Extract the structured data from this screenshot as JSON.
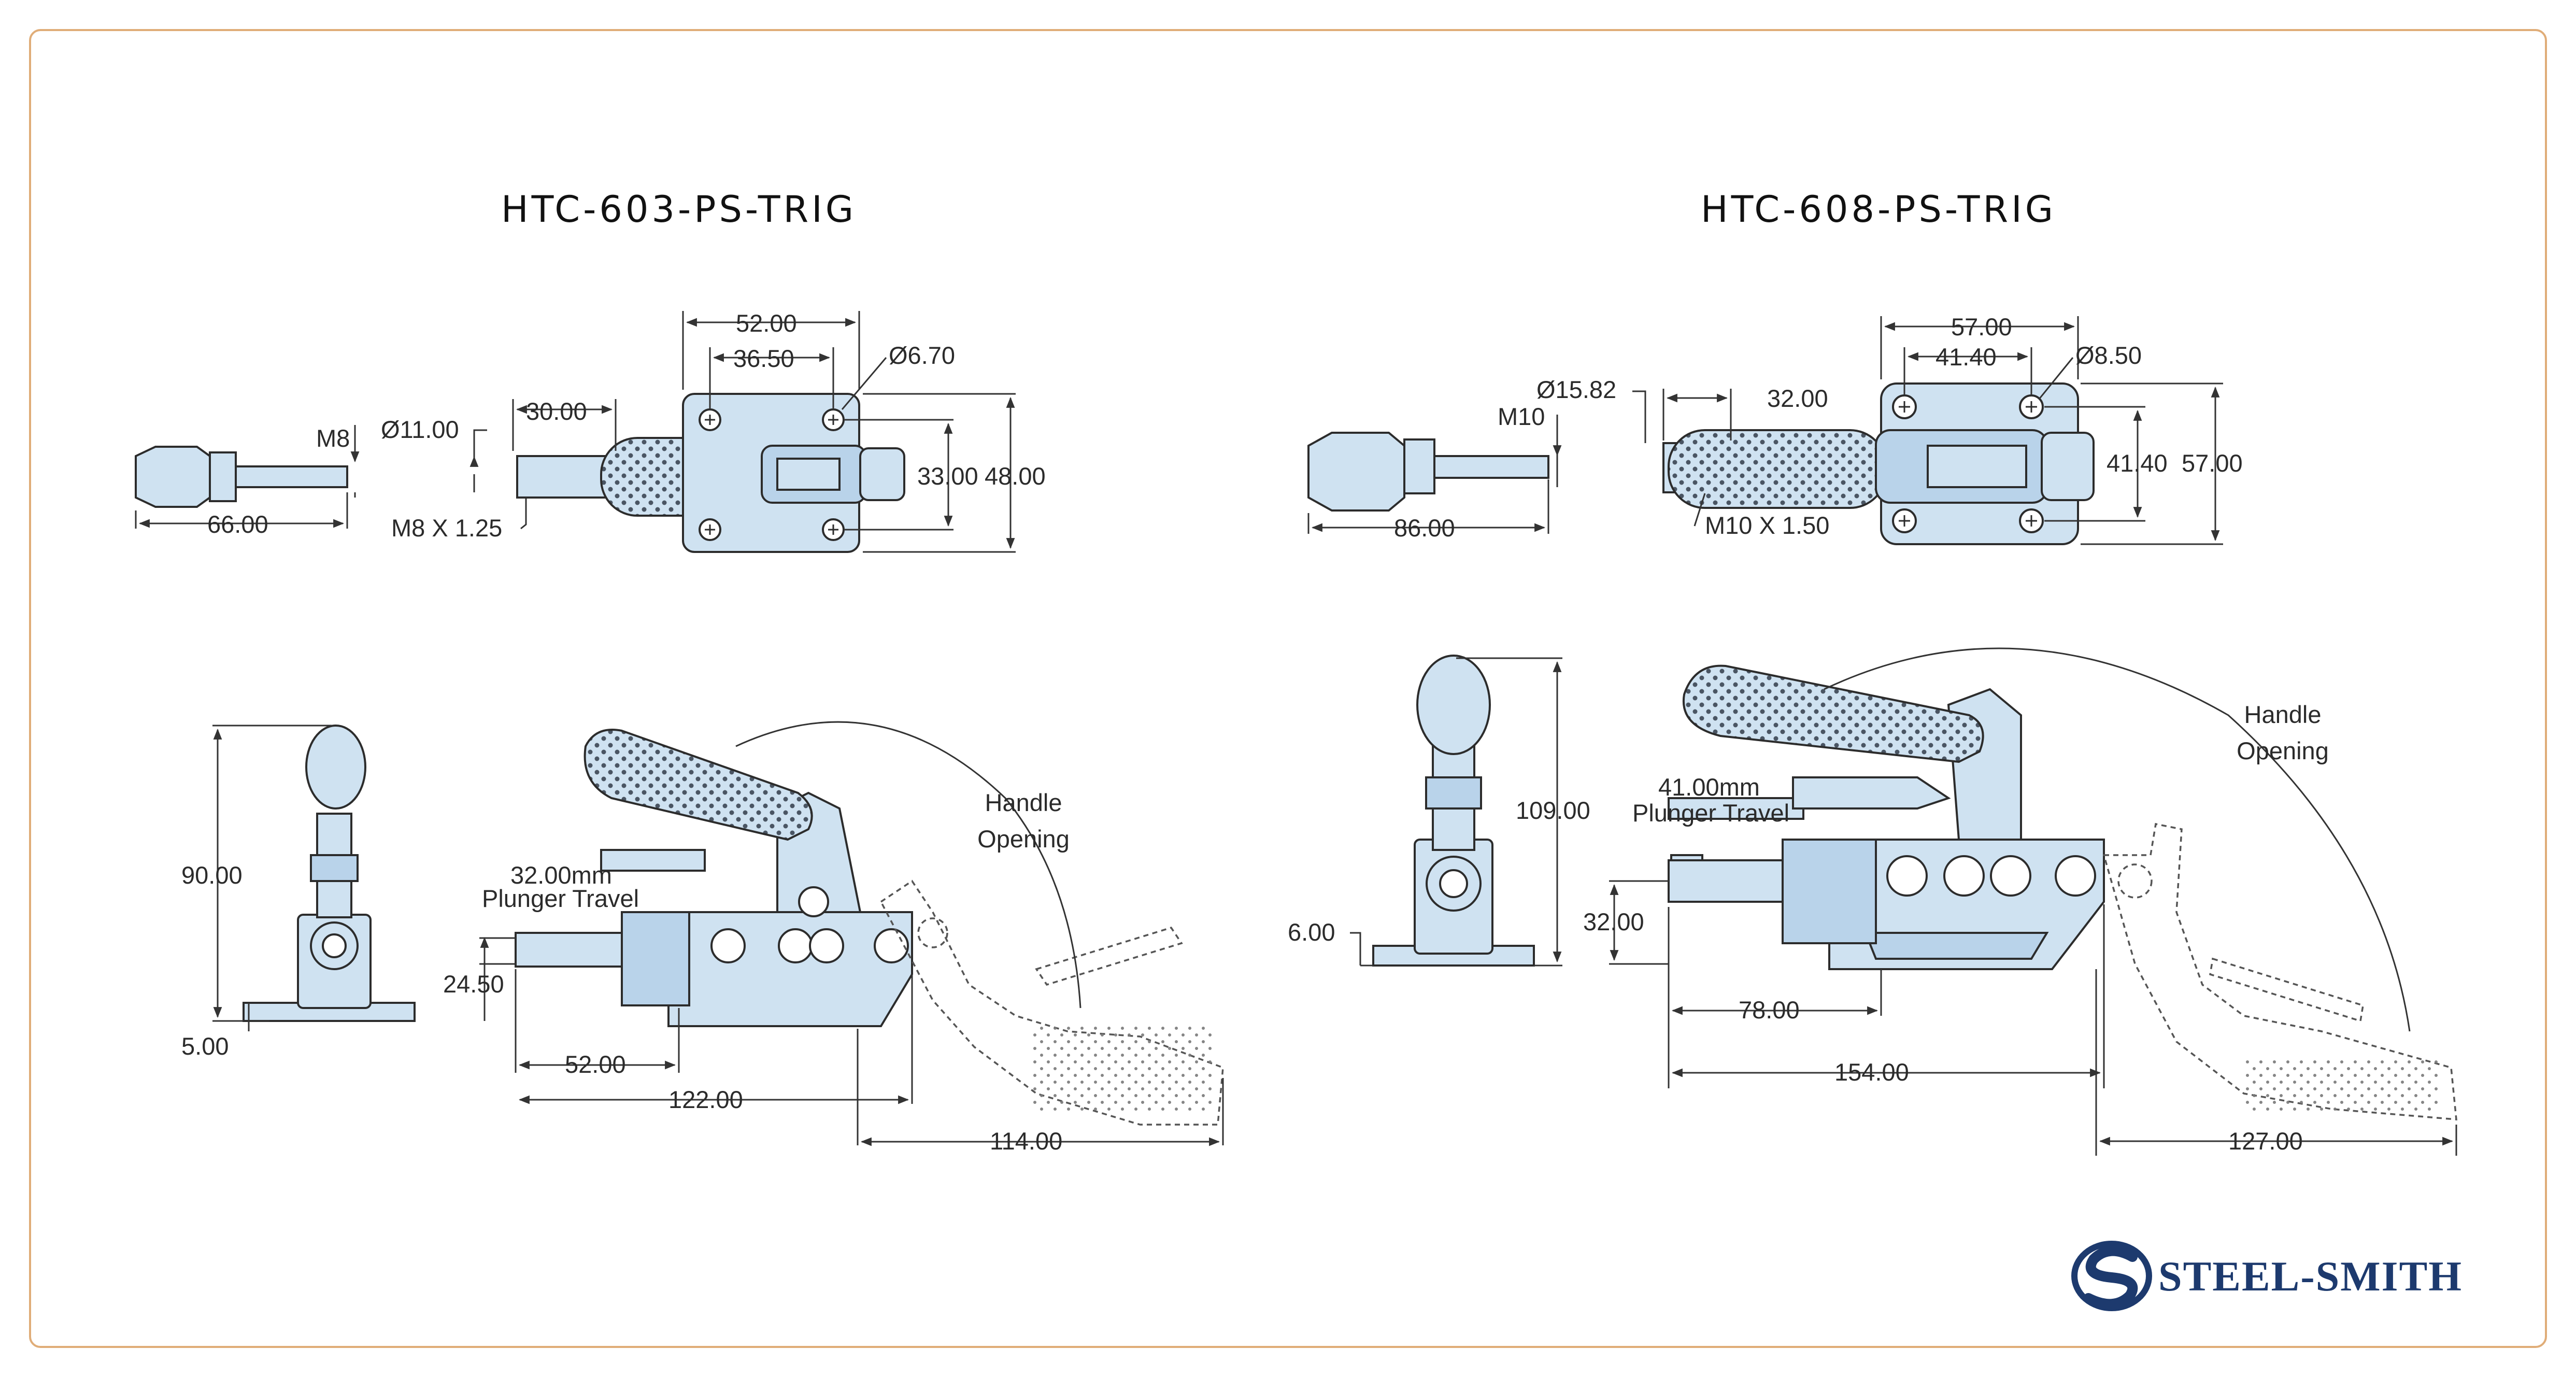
{
  "left_model": {
    "title": "HTC-603-PS-TRIG",
    "top_view": {
      "bolt_thread": "M8",
      "bolt_length": "66.00",
      "plunger_diameter": "Ø11.00",
      "plunger_extension": "30.00",
      "plunger_thread": "M8 X 1.25",
      "base_width": "52.00",
      "hole_spacing": "36.50",
      "hole_diameter": "Ø6.70",
      "hole_spacing_vertical": "33.00",
      "base_height": "48.00"
    },
    "side_view": {
      "height": "90.00",
      "base_thickness": "5.00"
    },
    "front_view": {
      "plunger_travel_value": "32.00mm",
      "plunger_travel_label": "Plunger Travel",
      "axis_height": "24.50",
      "base_offset": "52.00",
      "overall_length": "122.00",
      "handle_swing": "114.00",
      "handle_opening": [
        "Handle",
        "Opening"
      ]
    }
  },
  "right_model": {
    "title": "HTC-608-PS-TRIG",
    "top_view": {
      "bolt_thread": "M10",
      "bolt_length": "86.00",
      "plunger_diameter": "Ø15.82",
      "plunger_extension": "32.00",
      "plunger_thread": "M10 X 1.50",
      "base_width": "57.00",
      "hole_spacing": "41.40",
      "hole_diameter": "Ø8.50",
      "hole_spacing_vertical": "41.40",
      "base_height": "57.00"
    },
    "side_view": {
      "height": "109.00",
      "base_thickness": "6.00"
    },
    "front_view": {
      "plunger_travel_value": "41.00mm",
      "plunger_travel_label": "Plunger Travel",
      "axis_height": "32.00",
      "base_offset": "78.00",
      "overall_length": "154.00",
      "handle_swing": "127.00",
      "handle_opening": [
        "Handle",
        "Opening"
      ]
    }
  },
  "brand": {
    "name": "STEEL-SMITH",
    "color": "#1d3a6e"
  },
  "colors": {
    "part_fill": "#cfe2f1",
    "frame": "#e0ad78"
  }
}
